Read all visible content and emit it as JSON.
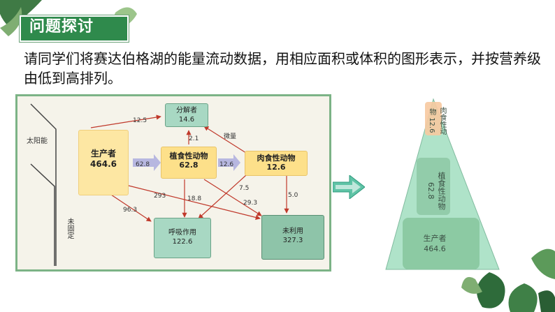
{
  "header": {
    "title": "问题探讨"
  },
  "intro": {
    "text": "请同学们将赛达伯格湖的能量流动数据，用相应面积或体积的图形表示，并按营养级由低到高排列。"
  },
  "diagram": {
    "side_labels": {
      "sun": "太阳能",
      "unfixed": "未固定"
    },
    "nodes": {
      "decomposer": {
        "name": "分解者",
        "value": "14.6"
      },
      "producer": {
        "name": "生产者",
        "value": "464.6"
      },
      "herbivore": {
        "name": "植食性动物",
        "value": "62.8"
      },
      "carnivore": {
        "name": "肉食性动物",
        "value": "12.6"
      },
      "respiration": {
        "name": "呼吸作用",
        "value": "122.6"
      },
      "unused": {
        "name": "未利用",
        "value": "327.3"
      }
    },
    "edges": {
      "p_to_dec": "12.5",
      "h_to_dec": "2.1",
      "c_to_dec": "微量",
      "p_to_h": "62.8",
      "h_to_c": "12.6",
      "p_resp": "96.3",
      "h_resp": "18.8",
      "c_resp": "7.5",
      "p_unused": "293",
      "h_unused": "29.3",
      "c_unused": "5.0"
    }
  },
  "pyramid": {
    "top": {
      "name": "肉食性动物",
      "value": "12.6"
    },
    "middle": {
      "name": "植食性动物",
      "value": "62.8"
    },
    "bottom": {
      "name": "生产者",
      "value": "464.6"
    }
  },
  "colors": {
    "title_bg": "#2f8a4c",
    "frame": "#7cb386",
    "box_green": "#a8d8c3",
    "box_yellow": "#fde08a"
  }
}
